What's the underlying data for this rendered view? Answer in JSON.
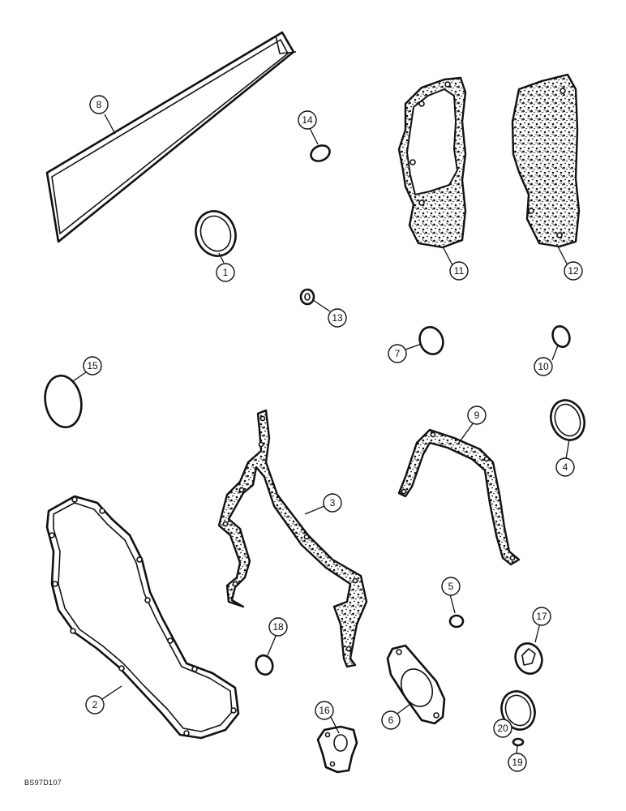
{
  "reference_code": "BS97D107",
  "callouts": [
    {
      "id": "callout-1",
      "label": "1"
    },
    {
      "id": "callout-2",
      "label": "2"
    },
    {
      "id": "callout-3",
      "label": "3"
    },
    {
      "id": "callout-4",
      "label": "4"
    },
    {
      "id": "callout-5",
      "label": "5"
    },
    {
      "id": "callout-6",
      "label": "6"
    },
    {
      "id": "callout-7",
      "label": "7"
    },
    {
      "id": "callout-8",
      "label": "8"
    },
    {
      "id": "callout-9",
      "label": "9"
    },
    {
      "id": "callout-10",
      "label": "10"
    },
    {
      "id": "callout-11",
      "label": "11"
    },
    {
      "id": "callout-12",
      "label": "12"
    },
    {
      "id": "callout-13",
      "label": "13"
    },
    {
      "id": "callout-14",
      "label": "14"
    },
    {
      "id": "callout-15",
      "label": "15"
    },
    {
      "id": "callout-16",
      "label": "16"
    },
    {
      "id": "callout-17",
      "label": "17"
    },
    {
      "id": "callout-18",
      "label": "18"
    },
    {
      "id": "callout-19",
      "label": "19"
    },
    {
      "id": "callout-20",
      "label": "20"
    }
  ]
}
